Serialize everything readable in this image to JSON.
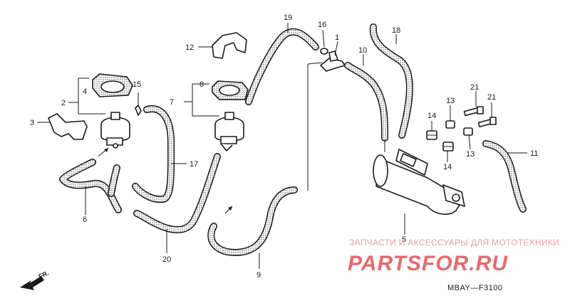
{
  "diagram": {
    "callouts": {
      "c1": "1",
      "c2": "2",
      "c3": "3",
      "c4": "4",
      "c5": "5",
      "c6": "6",
      "c7": "7",
      "c8": "8",
      "c9": "9",
      "c10": "10",
      "c11": "11",
      "c12": "12",
      "c13a": "13",
      "c13b": "13",
      "c14a": "14",
      "c14b": "14",
      "c15": "15",
      "c16": "16",
      "c17": "17",
      "c18": "18",
      "c19": "19",
      "c20": "20",
      "c21a": "21",
      "c21b": "21"
    },
    "direction_label": "FR.",
    "diagram_code": "MBAY—F3100"
  },
  "watermark": {
    "caption": "ЗАПЧАСТИ И АКСЕССУАРЫ ДЛЯ МОТОТЕХНИКИ",
    "brand": "PARTSFOR.RU"
  }
}
